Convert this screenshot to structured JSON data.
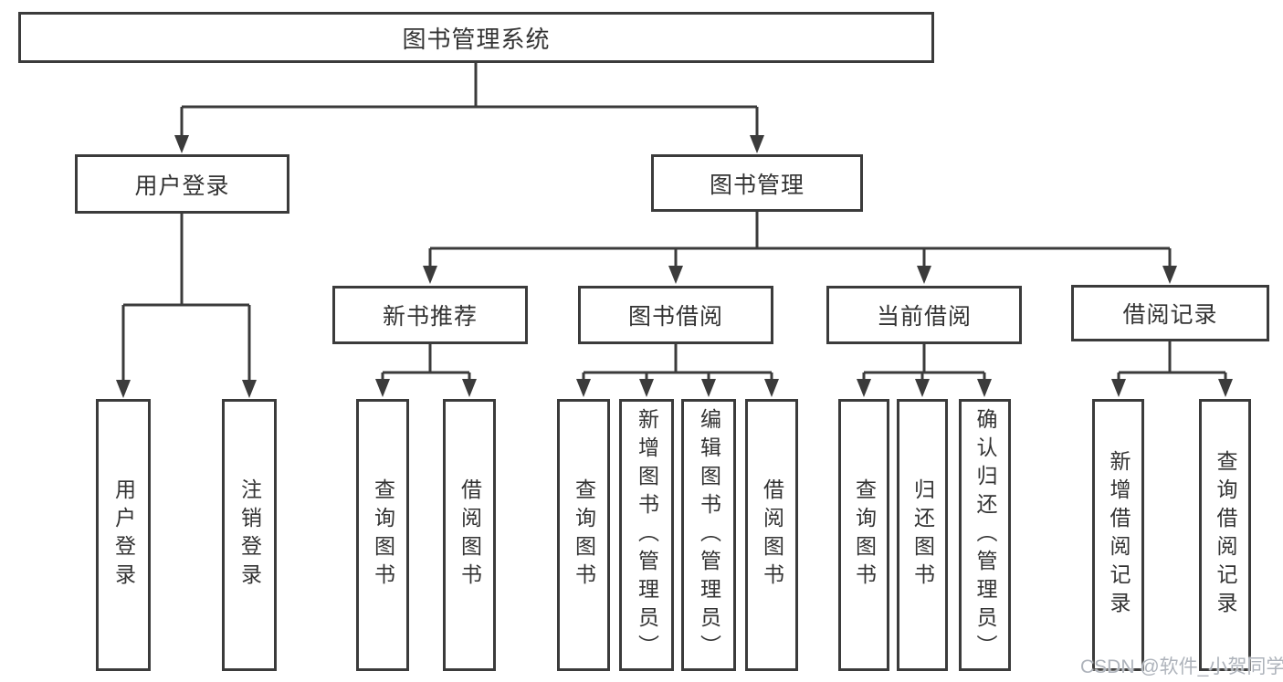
{
  "diagram": {
    "type": "hierarchy-tree",
    "tree": {
      "label": "图书管理系统",
      "children": [
        {
          "label": "用户登录",
          "children": [
            {
              "label": "用户登录"
            },
            {
              "label": "注销登录"
            }
          ]
        },
        {
          "label": "图书管理",
          "children": [
            {
              "label": "新书推荐",
              "children": [
                {
                  "label": "查询图书"
                },
                {
                  "label": "借阅图书"
                }
              ]
            },
            {
              "label": "图书借阅",
              "children": [
                {
                  "label": "查询图书"
                },
                {
                  "label": "新增图书（管理员）"
                },
                {
                  "label": "编辑图书（管理员）"
                },
                {
                  "label": "借阅图书"
                }
              ]
            },
            {
              "label": "当前借阅",
              "children": [
                {
                  "label": "查询图书"
                },
                {
                  "label": "归还图书"
                },
                {
                  "label": "确认归还（管理员）"
                }
              ]
            },
            {
              "label": "借阅记录",
              "children": [
                {
                  "label": "新增借阅记录"
                },
                {
                  "label": "查询借阅记录"
                }
              ]
            }
          ]
        }
      ]
    }
  },
  "watermark": {
    "text": "CSDN @软件_小贺同学"
  },
  "colors": {
    "line": "#3b3b3b",
    "box_border": "#3b3b3b",
    "text": "#333333",
    "watermark": "#aeb3bb",
    "background": "#ffffff"
  }
}
